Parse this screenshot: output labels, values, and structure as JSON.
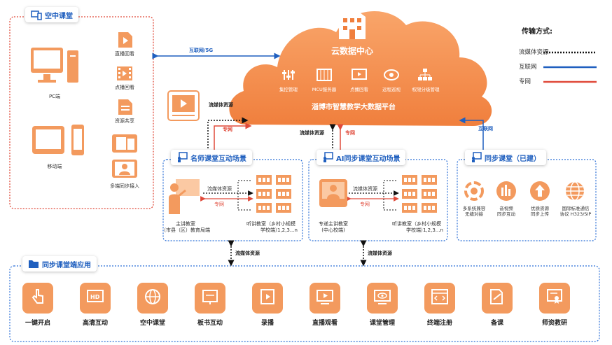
{
  "cloud": {
    "title": "云数据中心",
    "platform": "淄博市智慧教学大数据平台",
    "tools": [
      "集控管理",
      "MCU服务器",
      "点播回看",
      "远程巡视",
      "权限分级管理"
    ]
  },
  "legend": {
    "title": "传输方式:",
    "items": [
      {
        "label": "流媒体资源",
        "color": "#111111"
      },
      {
        "label": "互联网",
        "color": "#1f5fbf"
      },
      {
        "label": "专网",
        "color": "#e04a3a"
      }
    ]
  },
  "cloud_classroom": {
    "title": "空中课堂",
    "pc": "PC端",
    "mobile": "移动端",
    "items": [
      "直播回看",
      "点播回看",
      "资源共享",
      "多端同步接入"
    ]
  },
  "connections": {
    "internet_5g": "互联网/5G",
    "stream": "流媒体资源",
    "private": "专网",
    "internet": "互联网"
  },
  "famous_teacher": {
    "title": "名师课堂互动场景",
    "stream": "流媒体资源",
    "private": "专网",
    "main_room": "主讲教室",
    "main_room_sub": "（市县（区）教育局端",
    "listen_room": "听讲教室（乡村小规模",
    "listen_room_sub": "学校端）",
    "listen_room_num": "1,2,3...n"
  },
  "ai_sync": {
    "title": "AI同步课堂互动场景",
    "stream": "流媒体资源",
    "private": "专网",
    "main_room": "专递主讲教室",
    "main_room_sub": "(中心校端)",
    "listen_room": "听讲教室（乡村小规模",
    "listen_room_sub": "学校端）",
    "listen_room_num": "1,2,3...n"
  },
  "sync_built": {
    "title": "同步课堂（已建）",
    "features": [
      {
        "l1": "多系统兼容",
        "l2": "无缝对接"
      },
      {
        "l1": "音视频",
        "l2": "同步互动"
      },
      {
        "l1": "优质资源",
        "l2": "同步上传"
      },
      {
        "l1": "国际标准通信",
        "l2": "协议 H323/SIP"
      }
    ]
  },
  "apps": {
    "title": "同步课堂端应用",
    "stream": "流媒体资源",
    "items": [
      "一键开启",
      "高清互动",
      "空中课堂",
      "板书互动",
      "录播",
      "直播观看",
      "课堂管理",
      "终端注册",
      "备课",
      "师资教研"
    ]
  }
}
